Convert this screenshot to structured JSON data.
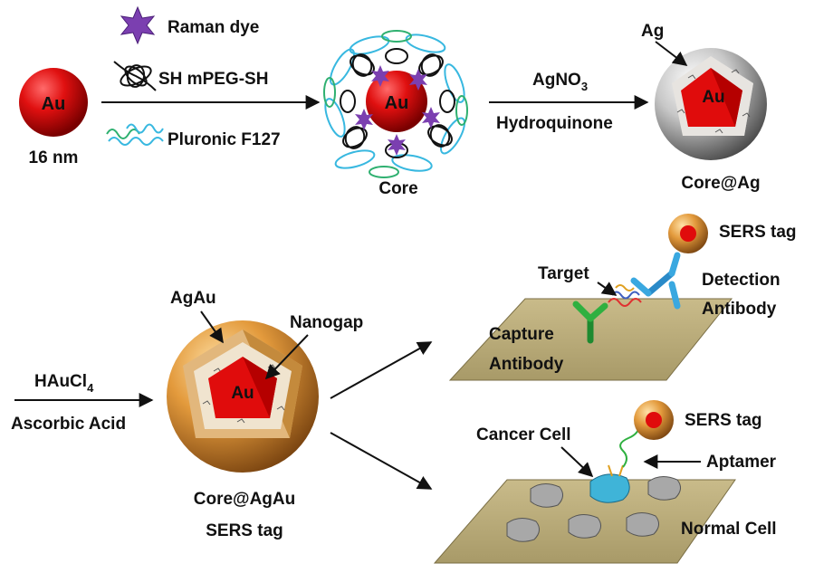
{
  "top": {
    "au_label": "Au",
    "size_label": "16 nm",
    "raman_dye": "Raman dye",
    "peg": "SH mPEG-SH",
    "pluronic": "Pluronic F127",
    "core_label": "Core",
    "agno3": "AgNO",
    "agno3_sub": "3",
    "hydroquinone": "Hydroquinone",
    "ag_label": "Ag",
    "core_ag": "Core@Ag"
  },
  "bottom": {
    "haucl": "HAuCl",
    "haucl_sub": "4",
    "ascorbic": "Ascorbic Acid",
    "agau": "AgAu",
    "nanogap": "Nanogap",
    "au_label": "Au",
    "core_agau": "Core@AgAu",
    "sers_tag": "SERS tag"
  },
  "assay": {
    "sers_tag_1": "SERS tag",
    "target": "Target",
    "detection_1": "Detection",
    "detection_2": "Antibody",
    "capture_1": "Capture",
    "capture_2": "Antibody",
    "sers_tag_2": "SERS tag",
    "cancer_cell": "Cancer Cell",
    "aptamer": "Aptamer",
    "normal_cell": "Normal Cell"
  }
}
